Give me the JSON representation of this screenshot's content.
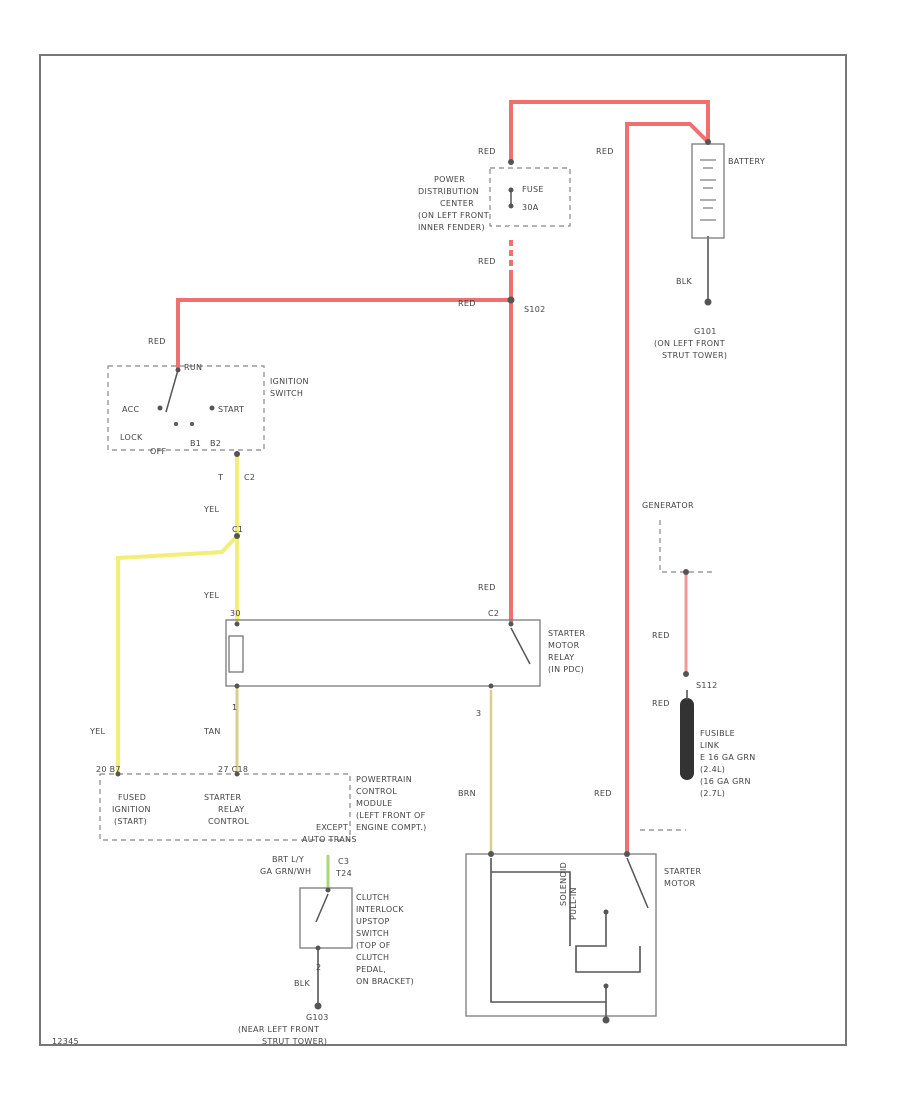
{
  "colors": {
    "red_wire": "#f07070",
    "yellow_wire": "#f3ee7a",
    "tan_wire": "#d8cf8c",
    "green_wire": "#a8d878",
    "pink_wire": "#f29898",
    "ground": "#555555"
  },
  "wire_labels": {
    "red_top": "RED",
    "red_battery": "RED",
    "red_mid": "RED",
    "red_splice_in": "RED",
    "red_ign": "RED",
    "red_relay": "RED",
    "red_gen": "RED",
    "red_fusible": "RED",
    "red_starter": "RED",
    "blk_battery": "BLK",
    "yel_top": "YEL",
    "yel_relay": "YEL",
    "yel_pcm": "YEL",
    "tan": "TAN",
    "brn": "BRN",
    "blk_clutch": "BLK"
  },
  "connectors": {
    "c2": "C2",
    "c1": "C1",
    "c1_2": "C1",
    "t": "T",
    "splice": "S102",
    "splice_gen": "S112",
    "gnd_label": "G101",
    "relay_pin1": "30",
    "relay_pin2": "C2",
    "c3": "C3",
    "t24": "T24",
    "pin_a": "2",
    "pin_b": "1",
    "pin_c": "3"
  },
  "components": {
    "pdc": [
      "POWER",
      "DISTRIBUTION",
      "CENTER",
      "(ON LEFT FRONT",
      "INNER FENDER)"
    ],
    "fuse": [
      "FUSE",
      "30A"
    ],
    "battery": "BATTERY",
    "battery_gnd": [
      "G101",
      "(ON LEFT FRONT",
      "STRUT TOWER)"
    ],
    "ignition": [
      "IGNITION",
      "SWITCH"
    ],
    "ign_pos": {
      "run": "RUN",
      "start": "START",
      "acc": "ACC",
      "lock": "LOCK",
      "off": "OFF",
      "b1": "B1",
      "b2": "B2"
    },
    "generator": "GENERATOR",
    "fusible": [
      "FUSIBLE",
      "LINK",
      "E 16 GA GRN",
      "(2.4L)",
      "(16 GA GRN",
      "(2.7L)"
    ],
    "relay": [
      "STARTER",
      "MOTOR",
      "RELAY",
      "(IN PDC)"
    ],
    "pcm": [
      "POWERTRAIN",
      "CONTROL",
      "MODULE",
      "(LEFT FRONT OF",
      "ENGINE COMPT.)"
    ],
    "pcm_left": [
      "FUSED",
      "IGNITION",
      "(START)"
    ],
    "pcm_mid": [
      "STARTER",
      "RELAY",
      "CONTROL"
    ],
    "pcm_pins": [
      "20 B7",
      "27 C18"
    ],
    "clutch": [
      "CLUTCH",
      "INTERLOCK",
      "UPSTOP",
      "SWITCH",
      "(TOP OF",
      "CLUTCH",
      "PEDAL,",
      "ON BRACKET)"
    ],
    "clutch_side": [
      "EXCEPT",
      "AUTO TRANS"
    ],
    "clutch_wires": [
      "BRT L/Y",
      "GA GRN/WH"
    ],
    "clutch_gnd": [
      "G103",
      "(NEAR LEFT FRONT",
      "STRUT TOWER)"
    ],
    "starter": [
      "STARTER",
      "MOTOR"
    ],
    "starter_inner": [
      "SOLENOID",
      "PULL-IN"
    ],
    "figure_id": "12345"
  }
}
